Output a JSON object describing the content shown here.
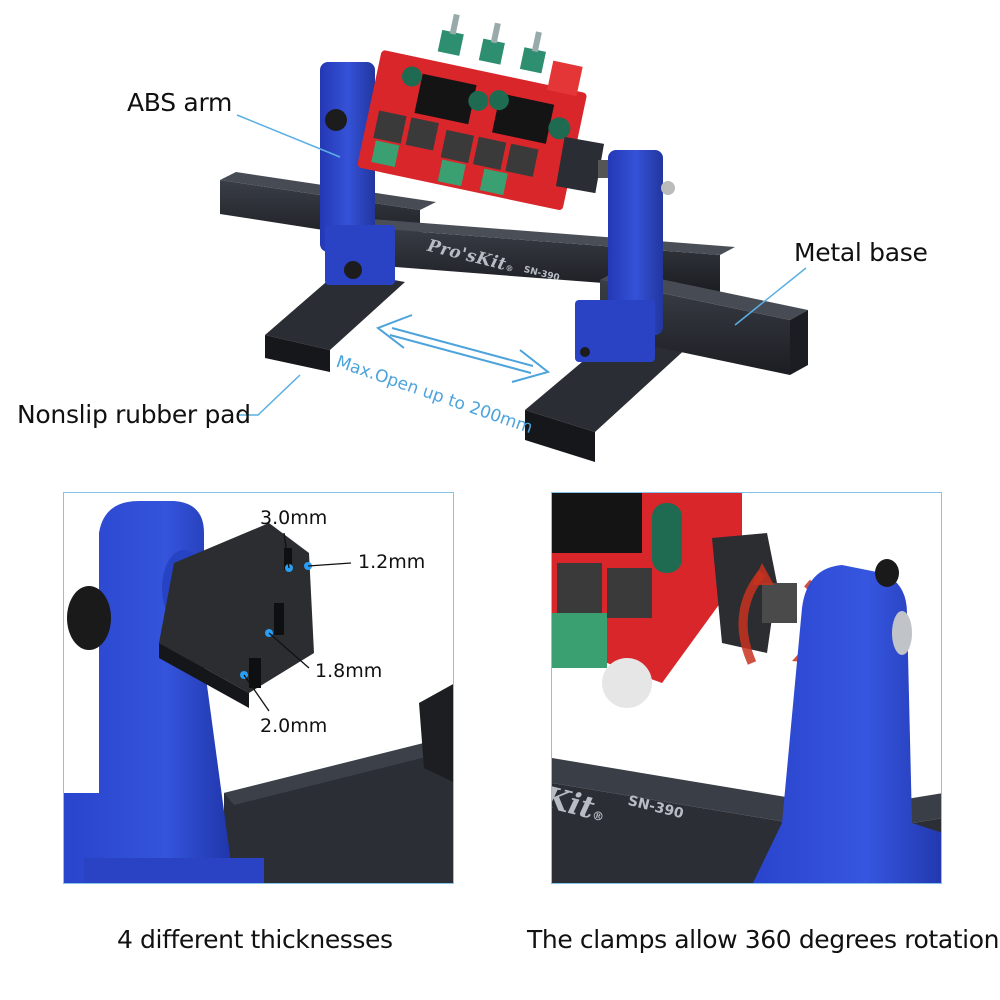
{
  "hero": {
    "callouts": {
      "abs_arm": "ABS arm",
      "metal_base": "Metal base",
      "nonslip_pad": "Nonslip rubber pad",
      "max_open": "Max.Open up to 200mm"
    },
    "brand": "Pro'sKit",
    "brand_mark": "®",
    "model": "SN-390"
  },
  "panels": [
    {
      "id": "thickness-detail",
      "caption": "4 different thicknesses",
      "slot_labels": [
        "3.0mm",
        "1.2mm",
        "1.8mm",
        "2.0mm"
      ]
    },
    {
      "id": "rotation-detail",
      "caption": "The clamps allow 360 degrees rotation",
      "brand_partial": "Kit",
      "brand_mark": "®",
      "model": "SN-390"
    }
  ],
  "colors": {
    "accent_blue": "#4da3dc",
    "panel_border": "#86c3ea",
    "arm_blue": "#2c46c8",
    "base_black": "#24272d",
    "pcb_red": "#d8262b",
    "rotation_arrow": "#c8321e"
  }
}
